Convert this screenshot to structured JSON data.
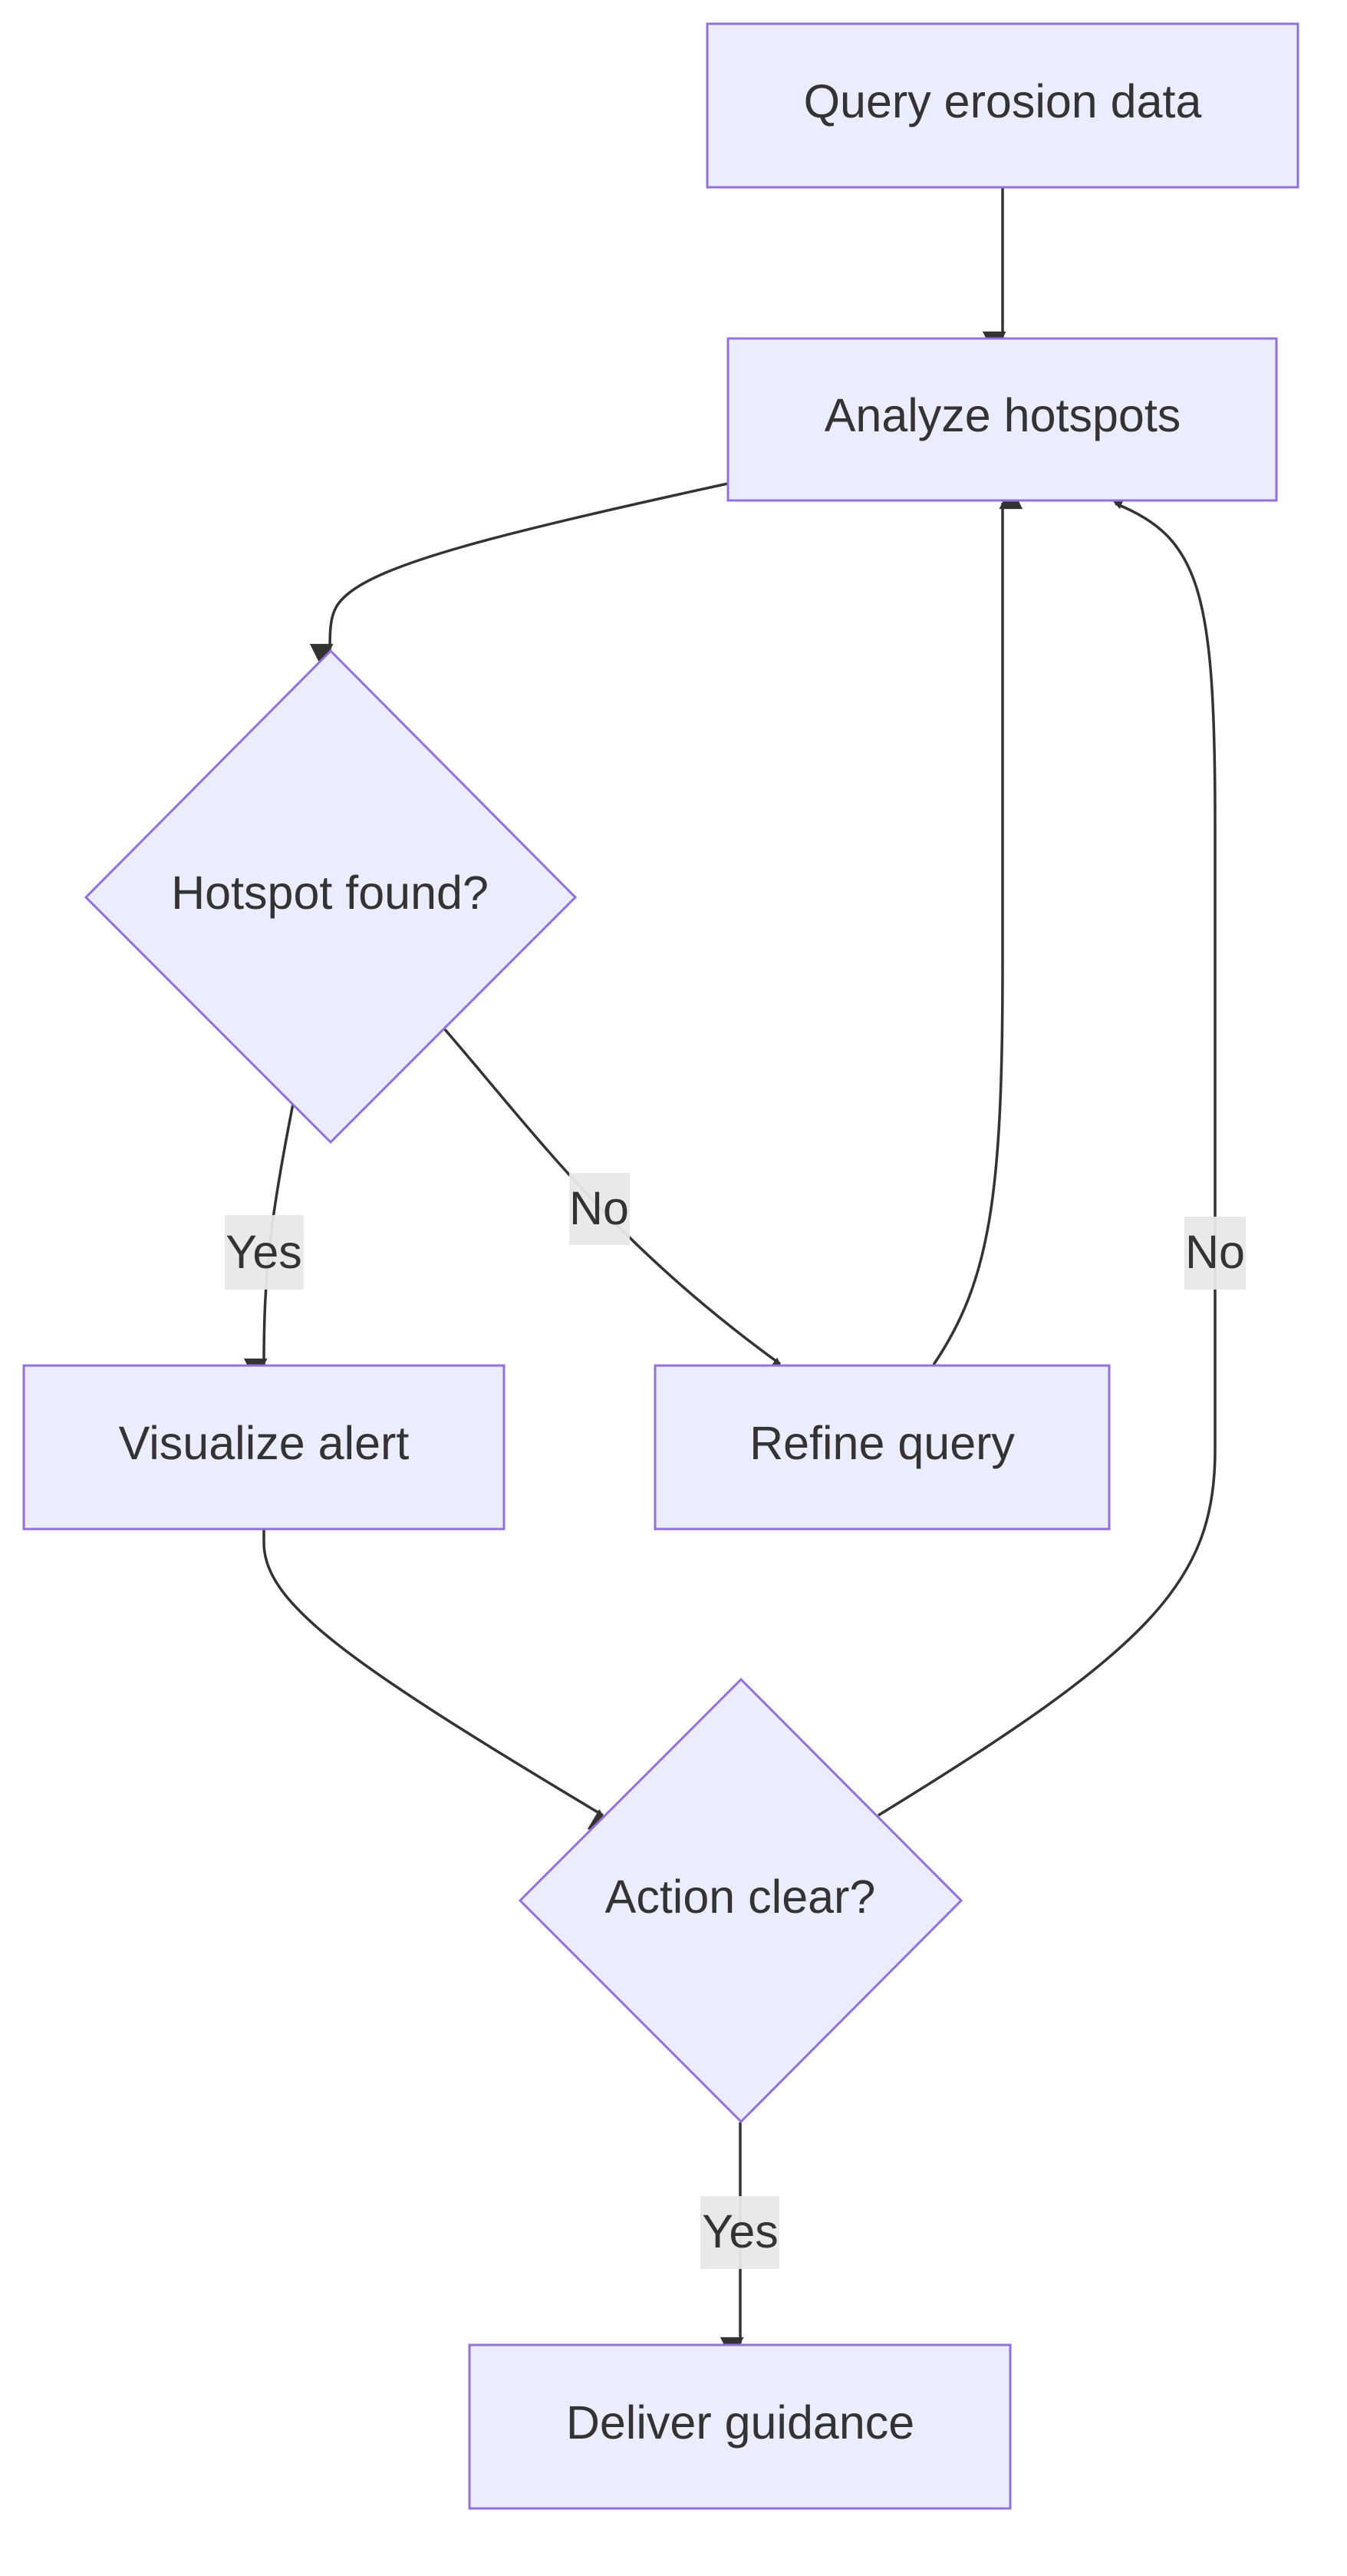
{
  "diagram": {
    "type": "flowchart",
    "colors": {
      "node_fill": "#ECECFF",
      "node_stroke": "#9370DB",
      "edge": "#333333",
      "text": "#333333",
      "edge_label_bg": "#e8e8e8"
    },
    "nodes": {
      "query": {
        "label": "Query erosion data",
        "shape": "rect"
      },
      "analyze": {
        "label": "Analyze hotspots",
        "shape": "rect"
      },
      "hotspot": {
        "label": "Hotspot found?",
        "shape": "diamond"
      },
      "visualize": {
        "label": "Visualize alert",
        "shape": "rect"
      },
      "refine": {
        "label": "Refine query",
        "shape": "rect"
      },
      "action": {
        "label": "Action clear?",
        "shape": "diamond"
      },
      "deliver": {
        "label": "Deliver guidance",
        "shape": "rect"
      }
    },
    "edges": {
      "query_analyze": {
        "from": "query",
        "to": "analyze",
        "label": ""
      },
      "analyze_hotspot": {
        "from": "analyze",
        "to": "hotspot",
        "label": ""
      },
      "hotspot_visualize": {
        "from": "hotspot",
        "to": "visualize",
        "label": "Yes"
      },
      "hotspot_refine": {
        "from": "hotspot",
        "to": "refine",
        "label": "No"
      },
      "refine_analyze": {
        "from": "refine",
        "to": "analyze",
        "label": ""
      },
      "visualize_action": {
        "from": "visualize",
        "to": "action",
        "label": ""
      },
      "action_analyze": {
        "from": "action",
        "to": "analyze",
        "label": "No"
      },
      "action_deliver": {
        "from": "action",
        "to": "deliver",
        "label": "Yes"
      }
    }
  }
}
